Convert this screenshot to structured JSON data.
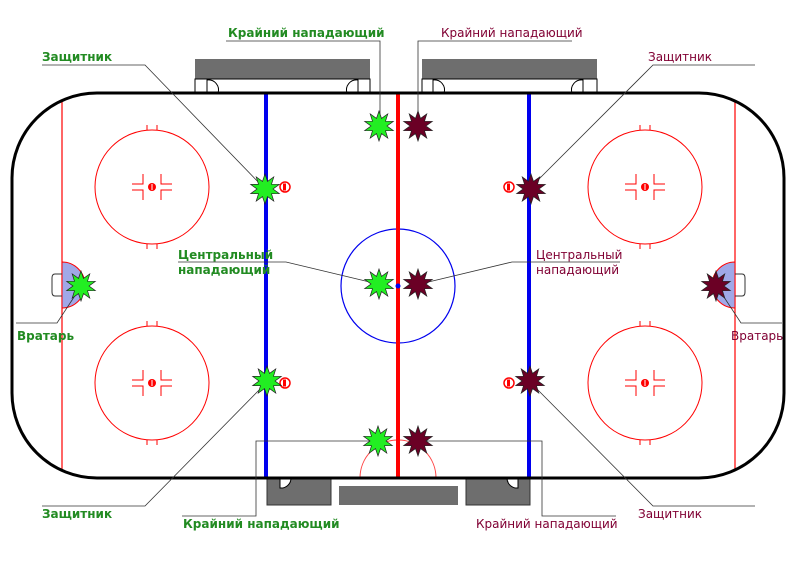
{
  "title": "Расстановка игроков на хоккейной площадке",
  "colors": {
    "team_home": "#22ee22",
    "team_away": "#6b0025",
    "label_home": "#228B22",
    "label_away": "#800033",
    "blue_line": "#0000ee",
    "red_line": "#ff0000",
    "crease": "#a0a8e8",
    "bench": "#6e6e6e",
    "boards": "#000000"
  },
  "labels": {
    "home_defender_top": "Защитник",
    "home_wing_top": "Крайний нападающий",
    "away_wing_top": "Крайний нападающий",
    "away_defender_top": "Защитник",
    "home_center_line1": "Центральный",
    "home_center_line2": "нападающий",
    "away_center_line1": "Центральный",
    "away_center_line2": "нападающий",
    "home_goalie": "Вратарь",
    "away_goalie": "Вратарь",
    "home_defender_bottom": "Защитник",
    "home_wing_bottom": "Крайний нападающий",
    "away_wing_bottom": "Крайний нападающий",
    "away_defender_bottom": "Защитник"
  },
  "teams": [
    {
      "name": "home",
      "color_key": "team_home"
    },
    {
      "name": "away",
      "color_key": "team_away"
    }
  ]
}
